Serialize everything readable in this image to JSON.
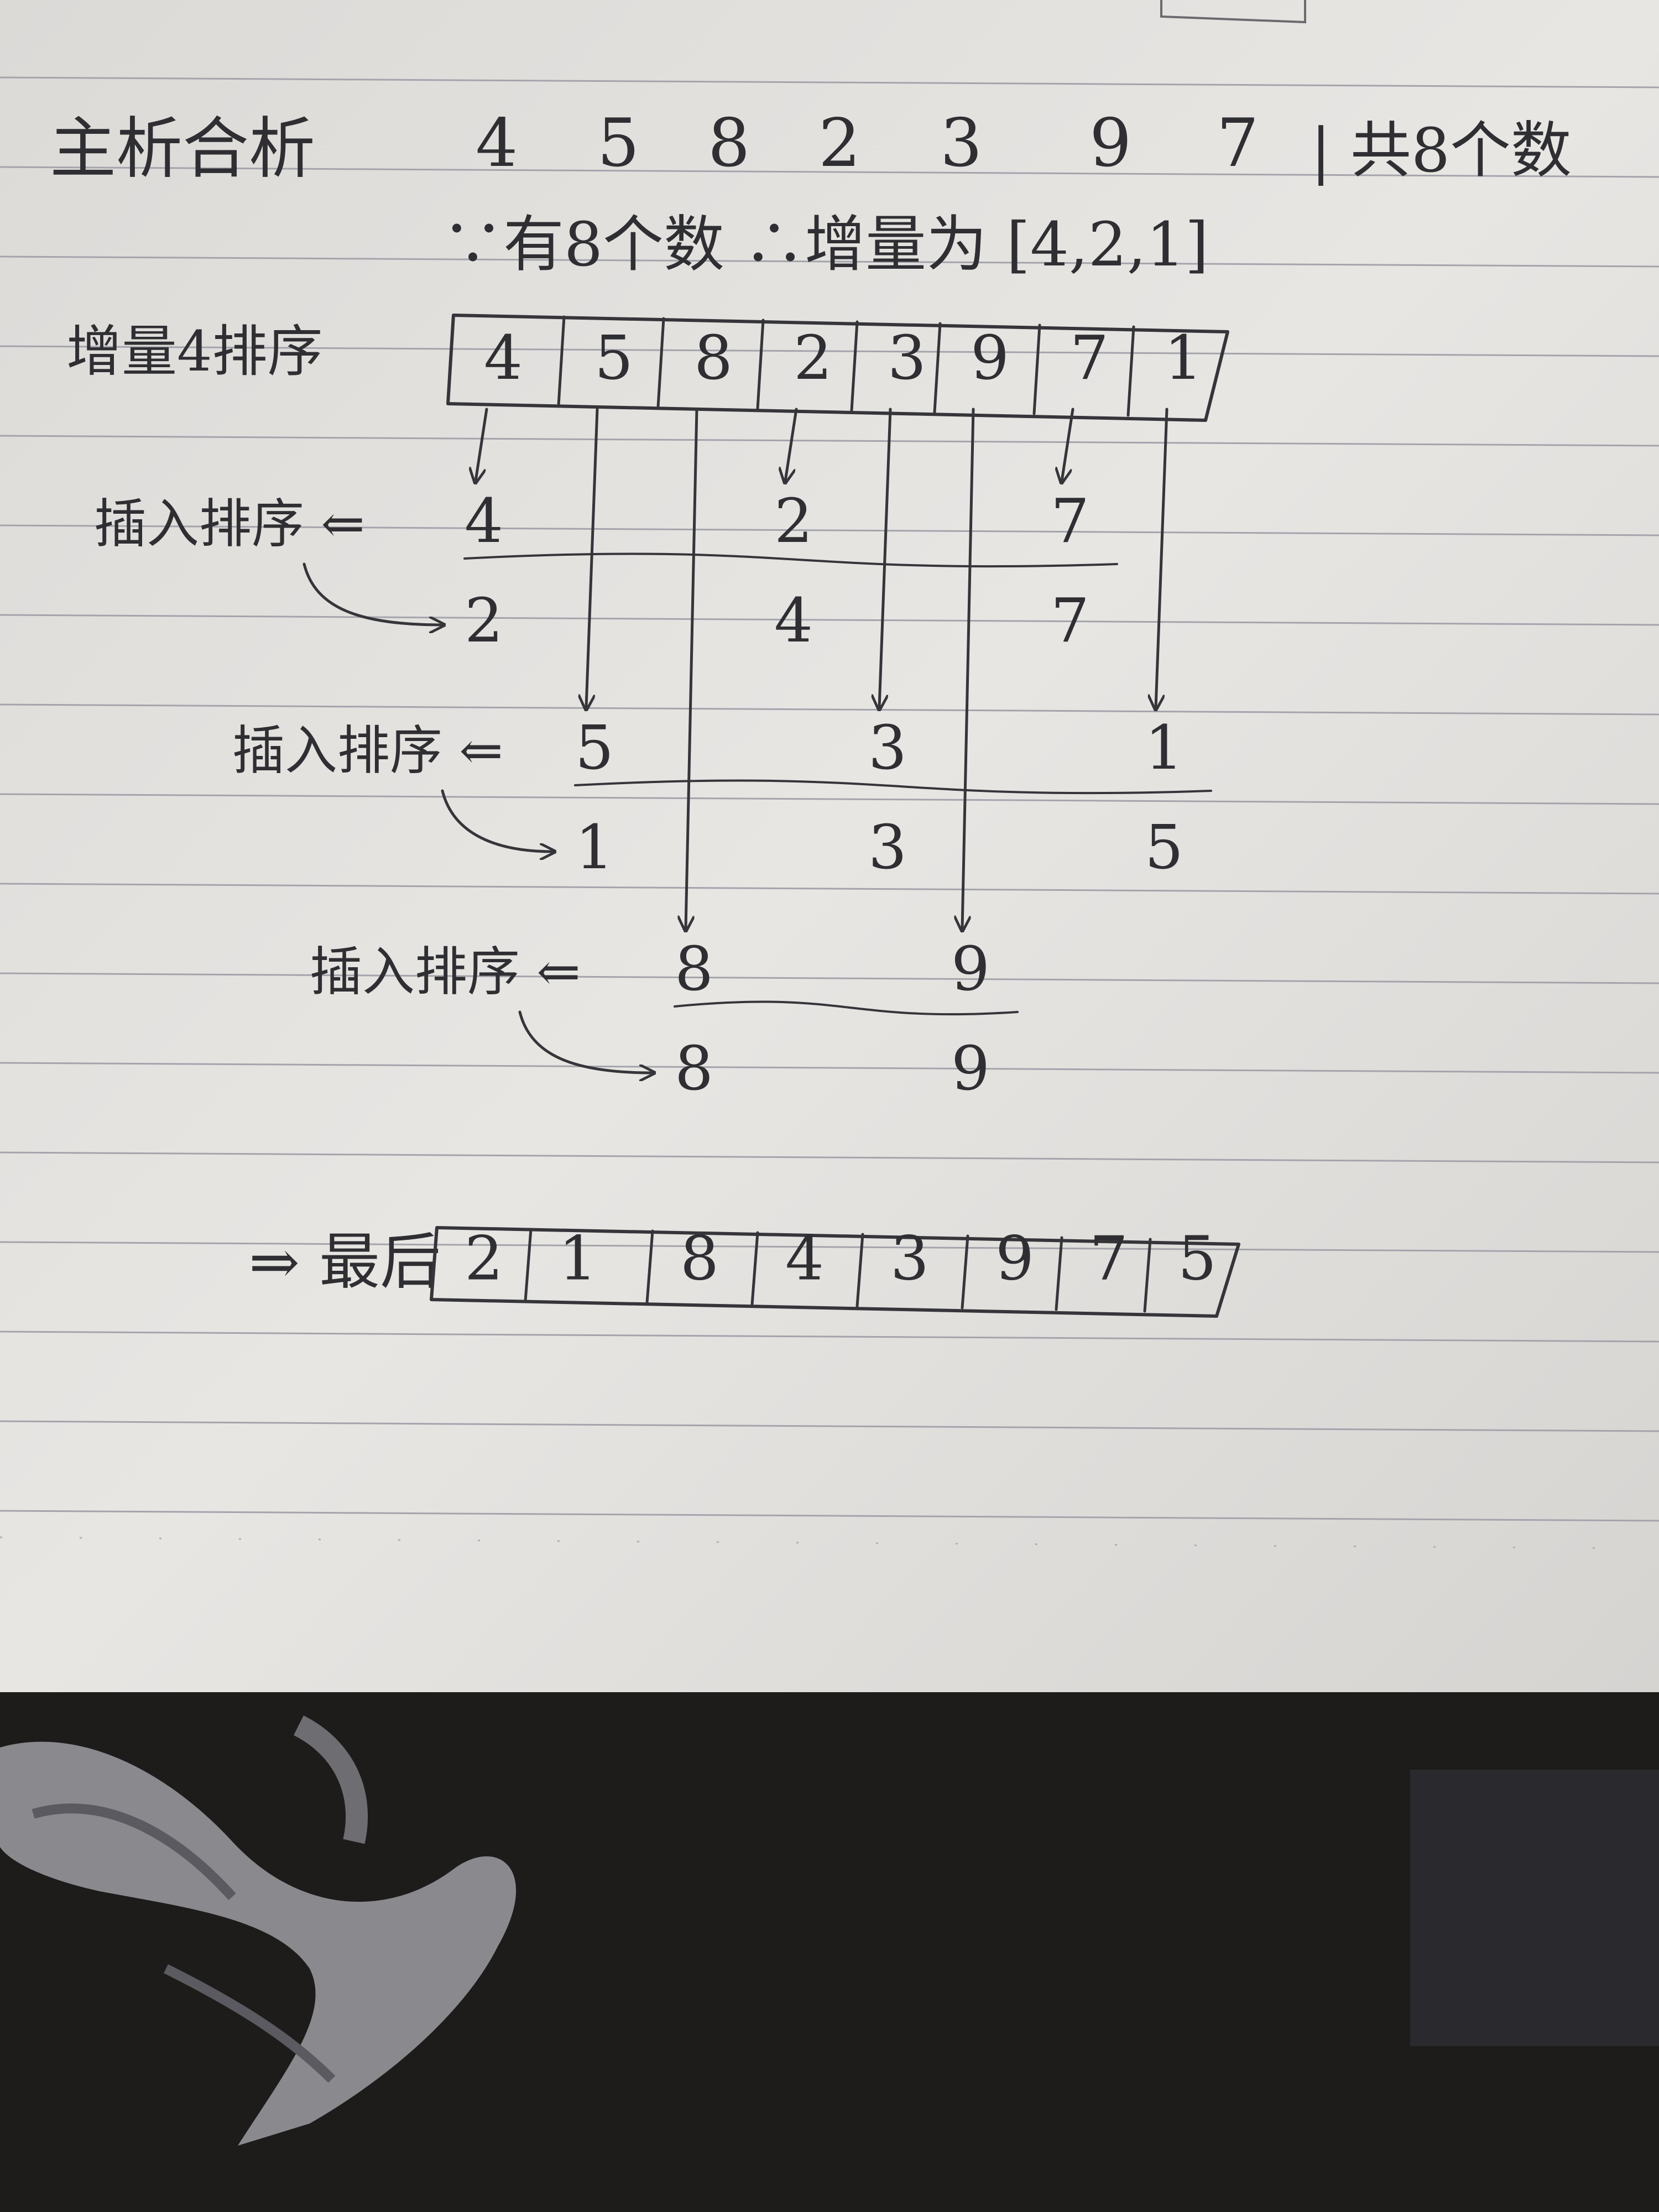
{
  "header": {
    "label": "主析合析",
    "numbers": [
      "4",
      "5",
      "8",
      "2",
      "3",
      "9",
      "7"
    ],
    "extra": "| 共8个数"
  },
  "subtitle": "∵有8个数 ∴增量为 [4,2,1]",
  "step_label": "增量4排序",
  "initial_array": [
    "4",
    "5",
    "8",
    "2",
    "3",
    "9",
    "7",
    "1"
  ],
  "insert_label": "插入排序",
  "insertion_groups": [
    {
      "before": [
        "4",
        "2",
        "7"
      ],
      "after": [
        "2",
        "4",
        "7"
      ]
    },
    {
      "before": [
        "5",
        "3",
        "1"
      ],
      "after": [
        "1",
        "3",
        "5"
      ]
    },
    {
      "before": [
        "8",
        "9"
      ],
      "after": [
        "8",
        "9"
      ]
    }
  ],
  "result_label": "⇒ 最后",
  "result_array": [
    "2",
    "1",
    "8",
    "4",
    "3",
    "9",
    "7",
    "5"
  ],
  "colors": {
    "ink": "#35353a",
    "paper": "#e6e4e1",
    "rule": "#9a9aa3",
    "margin": "#c9a4a4"
  }
}
